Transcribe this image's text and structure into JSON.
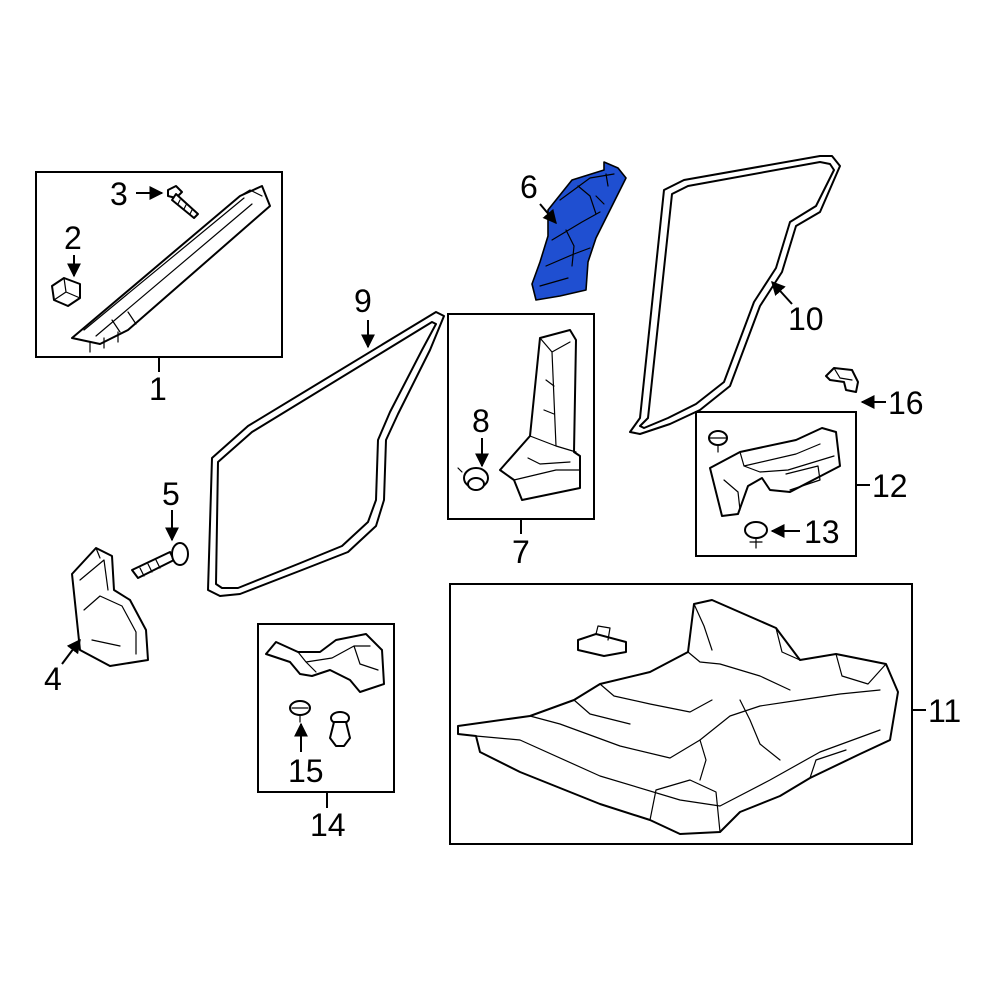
{
  "colors": {
    "highlight": "#1f4fd1",
    "line": "#000000",
    "background": "#ffffff"
  },
  "callouts": {
    "c1": "1",
    "c2": "2",
    "c3": "3",
    "c4": "4",
    "c5": "5",
    "c6": "6",
    "c7": "7",
    "c8": "8",
    "c9": "9",
    "c10": "10",
    "c11": "11",
    "c12": "12",
    "c13": "13",
    "c14": "14",
    "c15": "15",
    "c16": "16"
  },
  "highlighted_part": "6"
}
